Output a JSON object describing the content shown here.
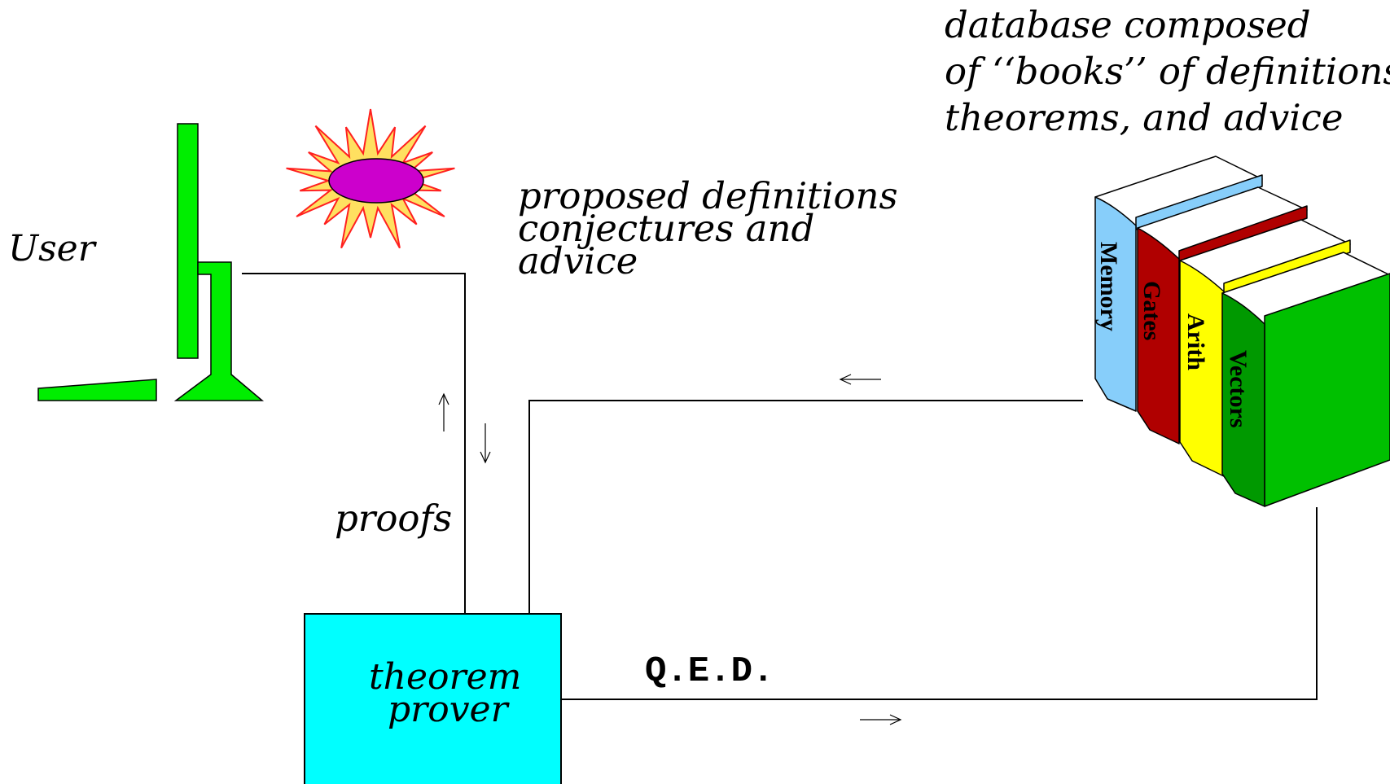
{
  "labels": {
    "user": "User",
    "proposed": [
      "proposed definitions",
      "conjectures and",
      "advice"
    ],
    "proofs": "proofs",
    "database": [
      "database composed",
      "of ‘‘books’’ of definitions,",
      "theorems, and advice"
    ],
    "prover": [
      "theorem",
      "prover"
    ],
    "qed": "Q.E.D."
  },
  "books": [
    {
      "title": "Memory",
      "color": "#87cefa"
    },
    {
      "title": "Gates",
      "color": "#b00000"
    },
    {
      "title": "Arith",
      "color": "#ffff00"
    },
    {
      "title": "Vectors",
      "color": "#009900"
    }
  ],
  "colors": {
    "user_figure": "#00ee00",
    "prover_box": "#00ffff",
    "burst_outer": "#ff2020",
    "burst_inner": "#ffe060",
    "burst_center": "#cc00cc",
    "book_front_green": "#00c000"
  },
  "icons": [
    "user-figure-icon",
    "idea-burst-icon",
    "books-icon"
  ]
}
